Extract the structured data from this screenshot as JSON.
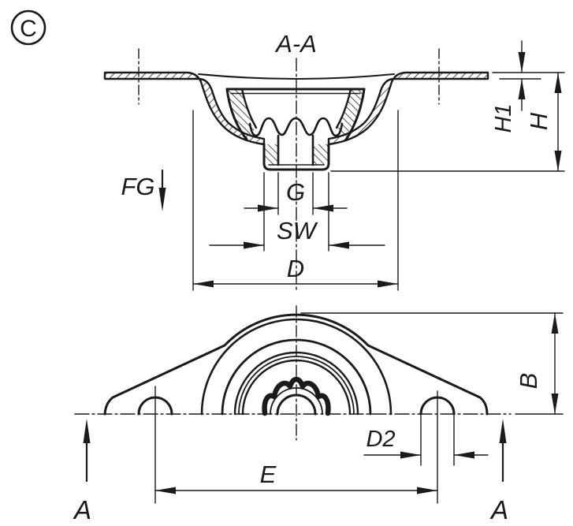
{
  "callout": "C",
  "section_view": {
    "label": "A-A",
    "dims": {
      "fg": "FG",
      "g": "G",
      "sw": "SW",
      "d": "D",
      "h1": "H1",
      "h": "H"
    }
  },
  "plan_view": {
    "dims": {
      "b": "B",
      "d2": "D2",
      "e": "E"
    },
    "section_arrows": {
      "left": "A",
      "right": "A"
    }
  },
  "colors": {
    "line": "#1a1a1a",
    "background": "#ffffff"
  }
}
